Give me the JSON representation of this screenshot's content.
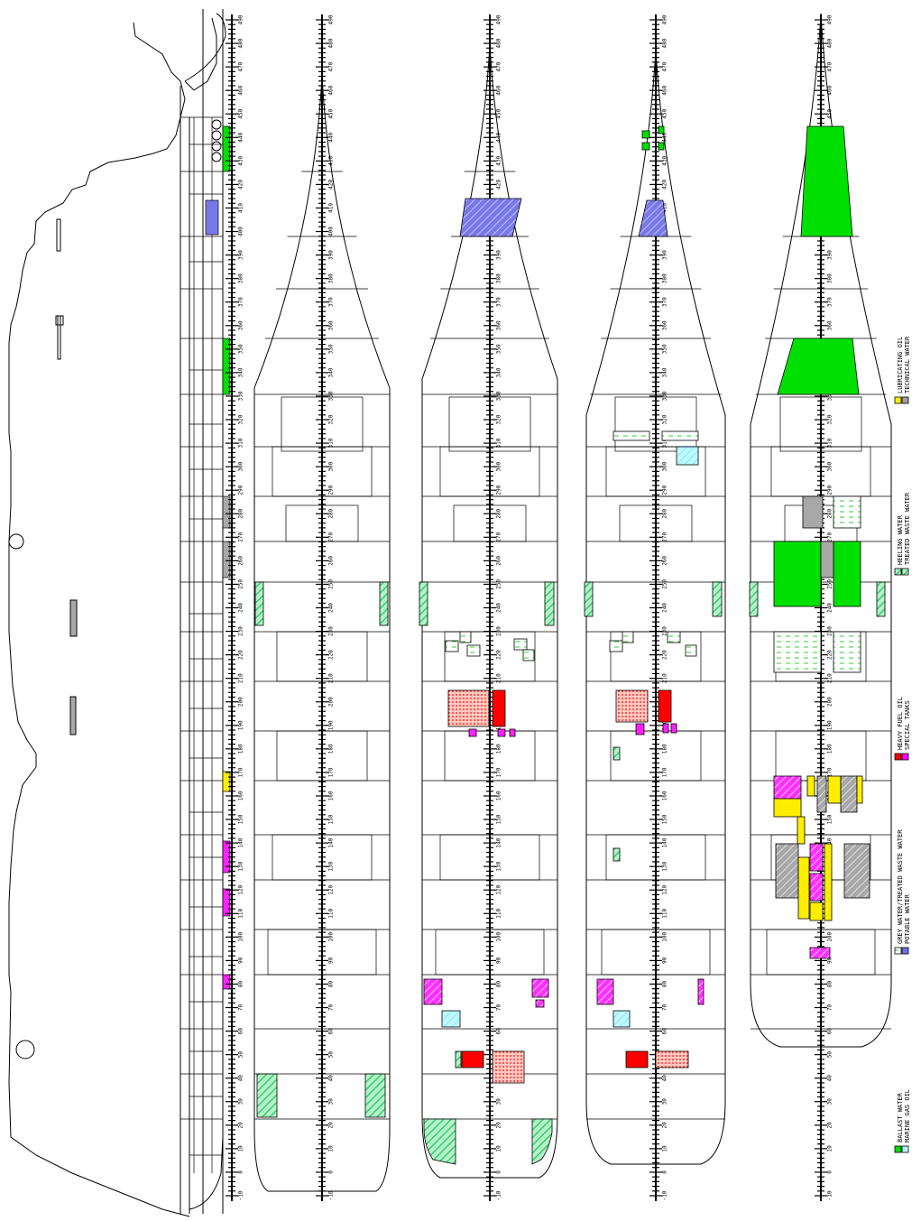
{
  "frame_ticks": [
    "-10",
    "0",
    "10",
    "20",
    "30",
    "40",
    "50",
    "60",
    "70",
    "80",
    "90",
    "100",
    "110",
    "120",
    "130",
    "140",
    "150",
    "160",
    "170",
    "180",
    "190",
    "200",
    "210",
    "220",
    "230",
    "240",
    "250",
    "260",
    "270",
    "280",
    "290",
    "300",
    "310",
    "320",
    "330",
    "340",
    "350",
    "360",
    "370",
    "380",
    "390",
    "400",
    "410",
    "420",
    "430",
    "440",
    "450",
    "460",
    "470",
    "480",
    "490"
  ],
  "legend": [
    {
      "label": "BALLAST WATER",
      "color": "#00e000",
      "pattern": "solid"
    },
    {
      "label": "MARINE GAS OIL",
      "color": "#a8f4fc",
      "pattern": "hatch"
    },
    {
      "label": "GREY WATER/TREATED WASTE WATER",
      "color": "#b8f4b8",
      "pattern": "dash"
    },
    {
      "label": "POTABLE WATER",
      "color": "#7070e0",
      "pattern": "solid"
    },
    {
      "label": "HEAVY FUEL OIL",
      "color": "#ff0000",
      "pattern": "solid"
    },
    {
      "label": "SPECIAL TANKS",
      "color": "#ff00ff",
      "pattern": "solid"
    },
    {
      "label": "HEELING WATER",
      "color": "#00e000",
      "pattern": "hatch"
    },
    {
      "label": "TREATED WASTE WATER",
      "color": "#30e080",
      "pattern": "hatch"
    },
    {
      "label": "LUBRICATING OIL",
      "color": "#f8f000",
      "pattern": "solid"
    },
    {
      "label": "TECHNICAL WATER",
      "color": "#a0a0a0",
      "pattern": "solid"
    }
  ],
  "colors": {
    "ballast": "#00e000",
    "heeling": "#40e070",
    "potable": "#7878e8",
    "hfo": "#ff0000",
    "hfo_dotted": "#ffb0a0",
    "special": "#ff20ff",
    "lube": "#ffee00",
    "technical": "#a8a8a8",
    "mgo": "#b0f4fc",
    "greywater": "#30d030"
  }
}
